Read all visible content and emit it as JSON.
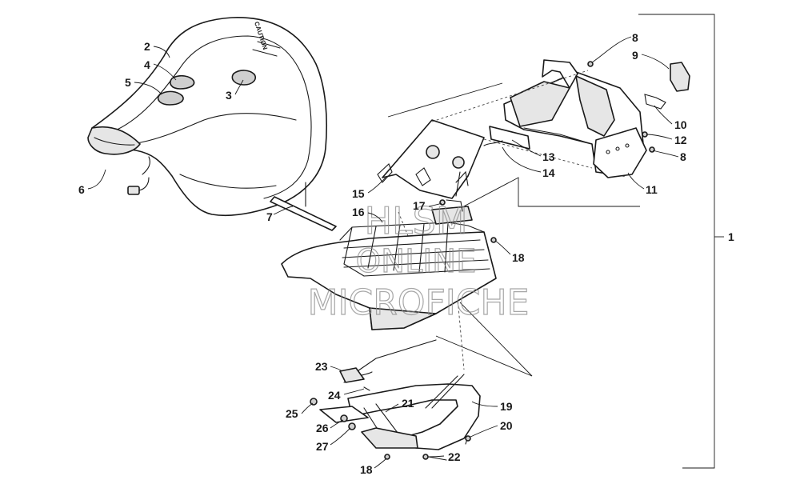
{
  "watermark": {
    "line1": "HLSM",
    "line2": "ONLINE",
    "line3": "MICROFICHE"
  },
  "seat_decal": {
    "text": "CAUTION"
  },
  "callouts": {
    "c1": "1",
    "c2": "2",
    "c3": "3",
    "c4": "4",
    "c5": "5",
    "c6": "6",
    "c7": "7",
    "c8a": "8",
    "c8b": "8",
    "c9": "9",
    "c10": "10",
    "c11": "11",
    "c12": "12",
    "c13": "13",
    "c14": "14",
    "c15": "15",
    "c16": "16",
    "c17": "17",
    "c18a": "18",
    "c18b": "18",
    "c19": "19",
    "c20": "20",
    "c21": "21",
    "c22": "22",
    "c23": "23",
    "c24": "24",
    "c25": "25",
    "c26": "26",
    "c27": "27"
  }
}
